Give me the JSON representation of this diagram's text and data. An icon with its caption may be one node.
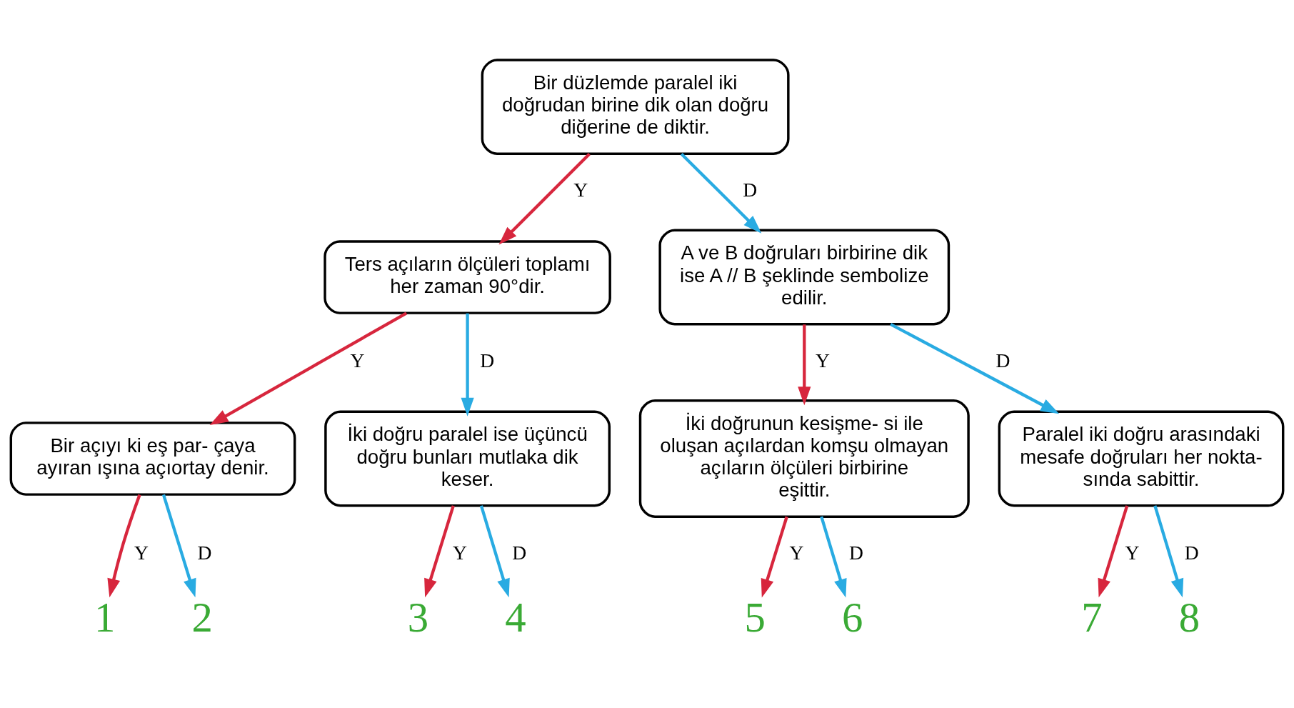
{
  "diagram": {
    "nodes": [
      {
        "text": [
          "Bir düzlemde paralel iki doğrudan birine dik olan doğru diğerine de diktir."
        ]
      },
      {
        "text": [
          "Ters açıların ölçüleri toplamı her zaman 90°dir."
        ]
      },
      {
        "text": [
          "A ve B doğruları birbirine dik ise A // B şeklinde sembolize edilir."
        ]
      },
      {
        "text": [
          "Bir açıyı ki eş par- çaya ayıran ışına açıortay denir."
        ]
      },
      {
        "text": [
          "İki doğru paralel ise üçüncü doğru bunları mutlaka dik keser."
        ]
      },
      {
        "text": [
          "İki doğrunun kesişme- si ile oluşan açılardan komşu olmayan açıların ölçüleri birbirine eşittir."
        ]
      },
      {
        "text": [
          "Paralel iki doğru arasındaki mesafe doğruları her nokta- sında sabittir."
        ]
      },
      {
        "text": [
          "1"
        ]
      },
      {
        "text": [
          "2"
        ]
      },
      {
        "text": [
          "3"
        ]
      },
      {
        "text": [
          "4"
        ]
      },
      {
        "text": [
          "5"
        ]
      },
      {
        "text": [
          "6"
        ]
      },
      {
        "text": [
          "7"
        ]
      },
      {
        "text": [
          "8"
        ]
      }
    ],
    "edges": [
      {
        "from": 0,
        "to": 1,
        "arrow": "to",
        "label": "Y",
        "color": "#d7263d"
      },
      {
        "from": 0,
        "to": 2,
        "arrow": "to",
        "label": "D",
        "color": "#29abe2"
      },
      {
        "from": 1,
        "to": 3,
        "arrow": "to",
        "label": "Y",
        "color": "#d7263d"
      },
      {
        "from": 1,
        "to": 4,
        "arrow": "to",
        "label": "D",
        "color": "#29abe2"
      },
      {
        "from": 2,
        "to": 5,
        "arrow": "to",
        "label": "Y",
        "color": "#d7263d"
      },
      {
        "from": 2,
        "to": 6,
        "arrow": "to",
        "label": "D",
        "color": "#29abe2"
      },
      {
        "from": 3,
        "to": 7,
        "arrow": "to",
        "label": "Y",
        "color": "#d7263d"
      },
      {
        "from": 3,
        "to": 8,
        "arrow": "to",
        "label": "D",
        "color": "#29abe2"
      },
      {
        "from": 4,
        "to": 9,
        "arrow": "to",
        "label": "Y",
        "color": "#d7263d"
      },
      {
        "from": 4,
        "to": 10,
        "arrow": "to",
        "label": "D",
        "color": "#29abe2"
      },
      {
        "from": 5,
        "to": 11,
        "arrow": "to",
        "label": "Y",
        "color": "#d7263d"
      },
      {
        "from": 5,
        "to": 12,
        "arrow": "to",
        "label": "D",
        "color": "#29abe2"
      },
      {
        "from": 6,
        "to": 13,
        "arrow": "to",
        "label": "Y",
        "color": "#d7263d"
      },
      {
        "from": 6,
        "to": 14,
        "arrow": "to",
        "label": "D",
        "color": "#29abe2"
      }
    ]
  }
}
